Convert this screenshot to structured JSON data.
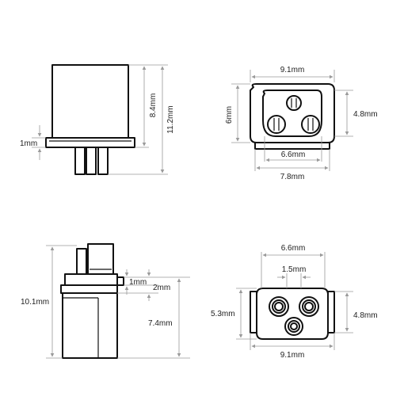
{
  "diagram": {
    "dims": {
      "side_top_thickness": "1mm",
      "side_body_height": "8.4mm",
      "side_total_height": "11.2mm",
      "top_width": "9.1mm",
      "top_height": "6mm",
      "top_inner_height": "4.8mm",
      "top_pin_span": "6.6mm",
      "top_flange_width": "7.8mm",
      "profile_total_height": "10.1mm",
      "profile_step_small": "1mm",
      "profile_step_large": "2mm",
      "profile_body_height": "7.4mm",
      "front_pin_span": "6.6mm",
      "front_pin_spacing": "1.5mm",
      "front_height": "5.3mm",
      "front_inner_height": "4.8mm",
      "front_width": "9.1mm"
    }
  }
}
